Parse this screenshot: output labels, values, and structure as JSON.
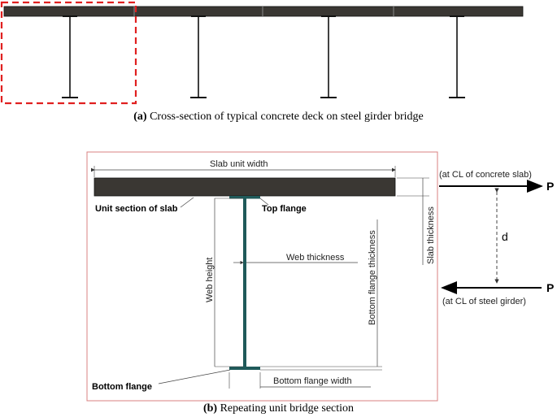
{
  "caption_a": {
    "tag": "(a)",
    "text": "Cross-section of typical concrete deck on steel girder bridge"
  },
  "caption_b": {
    "tag": "(b)",
    "text": "Repeating unit bridge section"
  },
  "labels": {
    "slab_unit_width": "Slab unit width",
    "unit_section_of_slab": "Unit section of slab",
    "top_flange": "Top flange",
    "web_height": "Web height",
    "web_thickness": "Web thickness",
    "bottom_flange_thickness": "Bottom flange thickness",
    "slab_thickness": "Slab thickness",
    "bottom_flange": "Bottom flange",
    "bottom_flange_width": "Bottom flange width",
    "at_cl_concrete_slab": "(at CL of concrete slab)",
    "at_cl_steel_girder": "(at CL of steel girder)",
    "force_top": "P",
    "force_bottom": "P",
    "lever_arm": "d"
  },
  "colors": {
    "deck": "#3a3733",
    "steel": "#1f5a5a",
    "highlight": "#e02020",
    "frame": "#d98080"
  }
}
